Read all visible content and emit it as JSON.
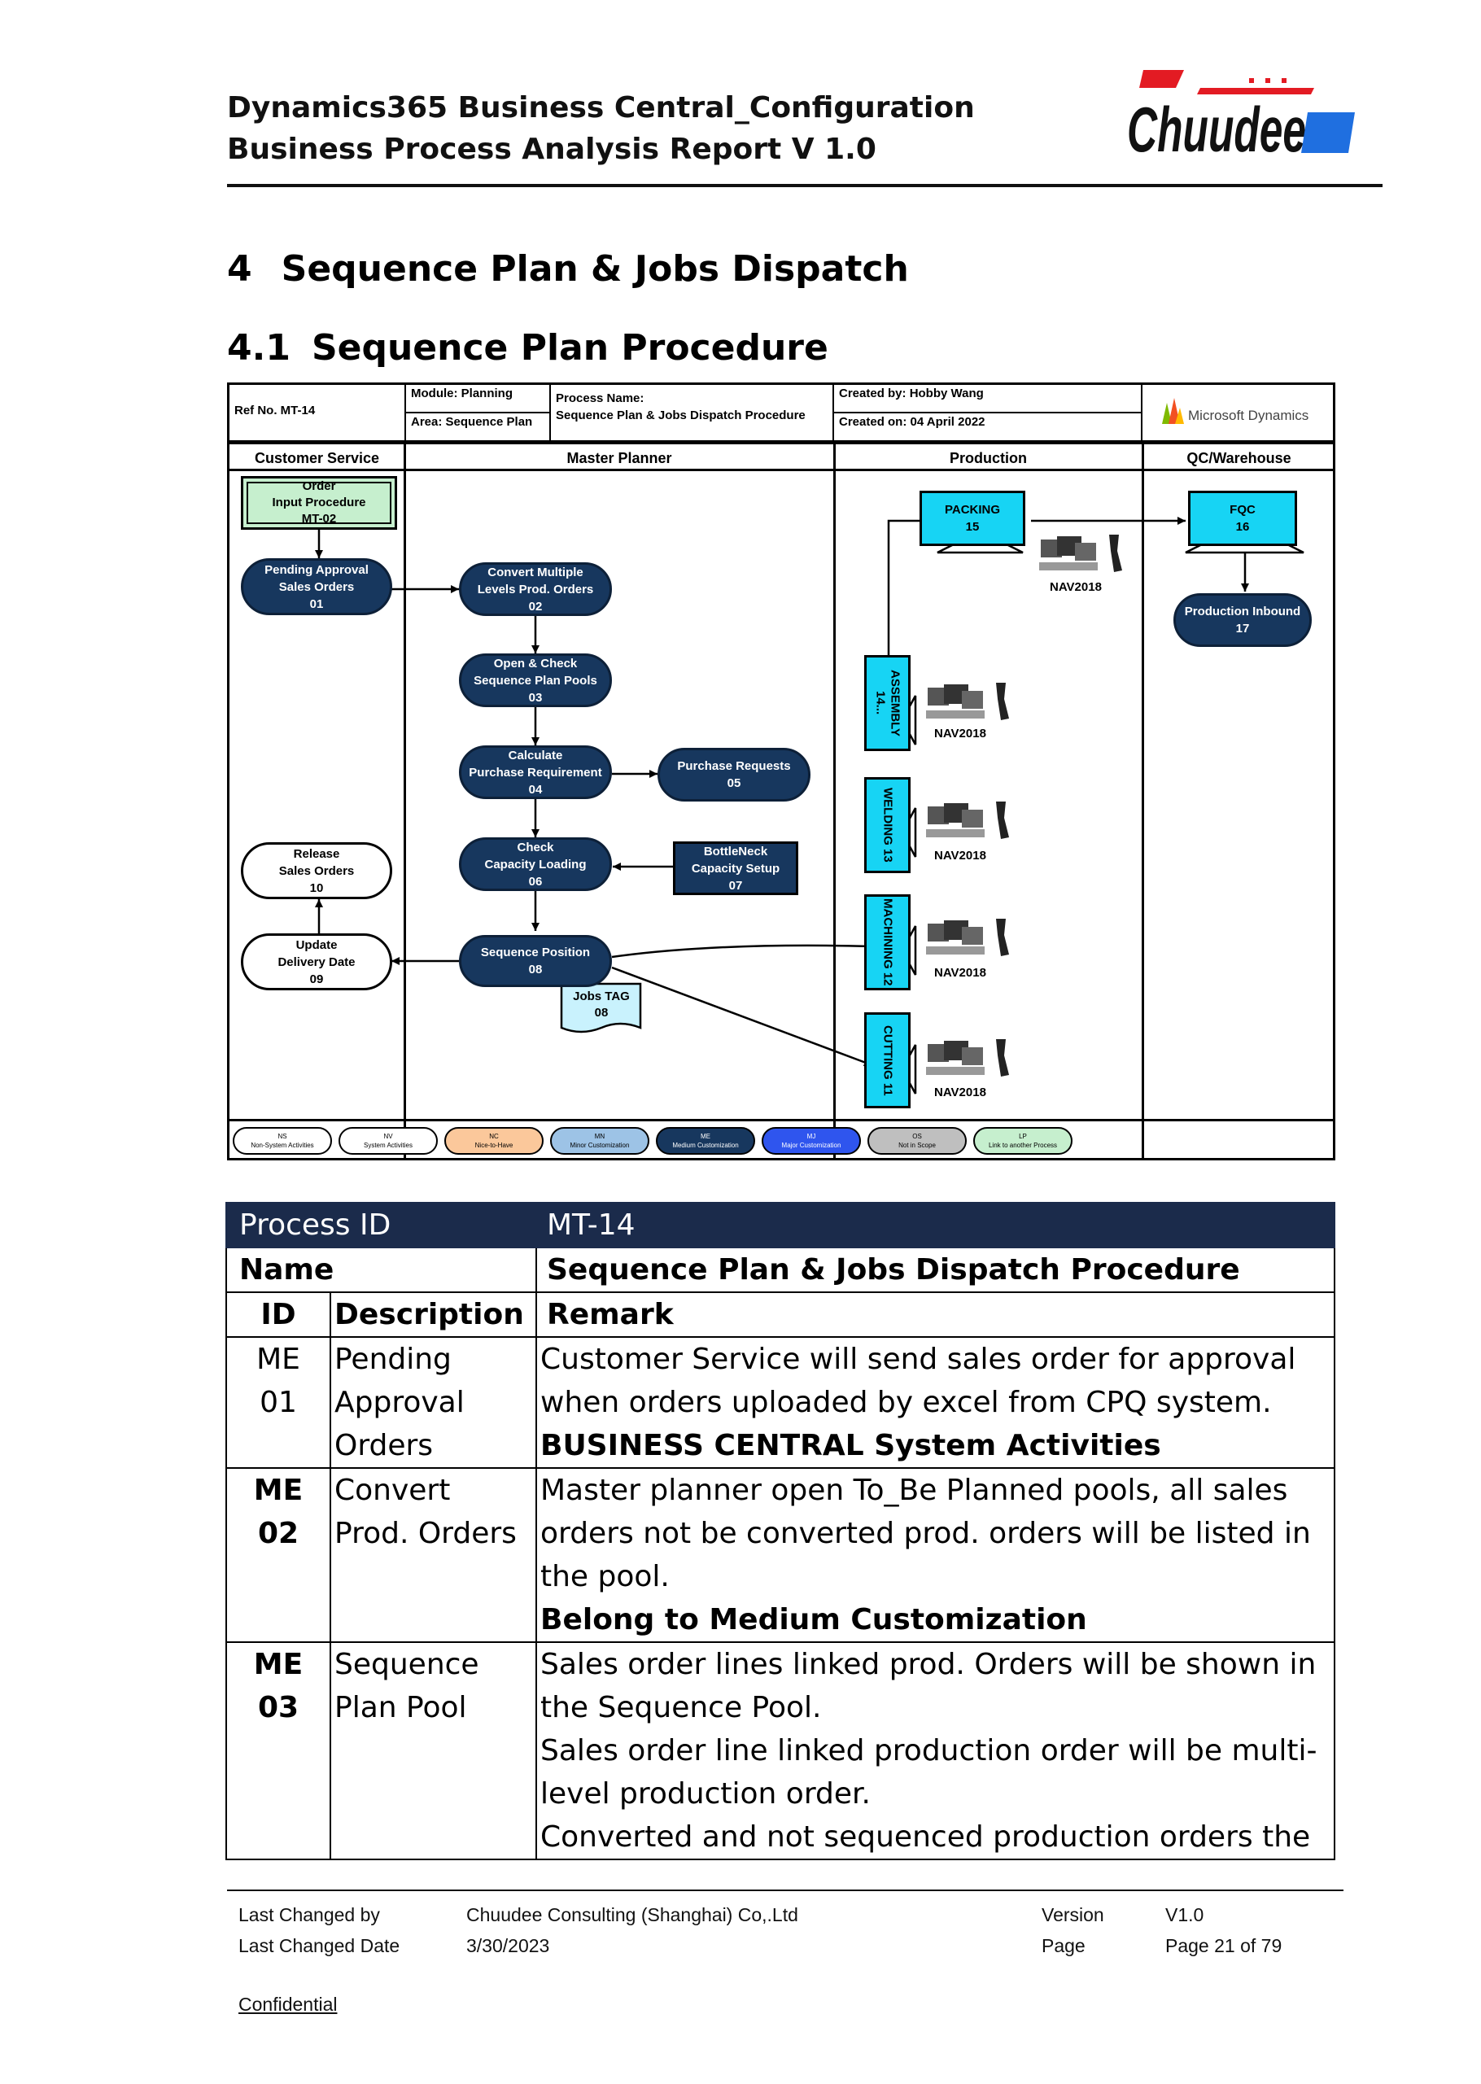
{
  "header": {
    "title_line1": "Dynamics365 Business Central_Configuration",
    "title_line2": "Business Process Analysis Report V 1.0",
    "logo_text": "Chuudee"
  },
  "headings": {
    "h1_num": "4",
    "h1_text": "Sequence Plan & Jobs Dispatch",
    "h2_num": "4.1",
    "h2_text": "Sequence Plan Procedure"
  },
  "diagram": {
    "ref_no": "Ref No.  MT-14",
    "module": "Module: Planning",
    "area": "Area:  Sequence Plan",
    "process_name_label": "Process Name:",
    "process_name": "Sequence Plan & Jobs Dispatch Procedure",
    "created_by": "Created by: Hobby Wang",
    "created_on": "Created on: 04 April 2022",
    "ms_logo": "Microsoft Dynamics",
    "lanes": [
      "Customer Service",
      "Master Planner",
      "Production",
      "QC/Warehouse"
    ],
    "nodes": {
      "n00": [
        "Order",
        "Input Procedure",
        "MT-02"
      ],
      "n01": [
        "Pending Approval",
        "Sales Orders",
        "01"
      ],
      "n02": [
        "Convert Multiple",
        "Levels Prod. Orders",
        "02"
      ],
      "n03": [
        "Open & Check",
        "Sequence Plan Pools",
        "03"
      ],
      "n04": [
        "Calculate",
        "Purchase Requirement",
        "04"
      ],
      "n05": [
        "Purchase Requests",
        "05"
      ],
      "n06": [
        "Check",
        "Capacity Loading",
        "06"
      ],
      "n07": [
        "BottleNeck",
        "Capacity Setup",
        "07"
      ],
      "n08": [
        "Sequence Position",
        "08"
      ],
      "n08t": [
        "Jobs TAG",
        "08"
      ],
      "n09": [
        "Update",
        "Delivery Date",
        "09"
      ],
      "n10": [
        "Release",
        "Sales Orders",
        "10"
      ],
      "n11": "CUTTING 11",
      "n12": "MACHINING 12",
      "n13": "WELDING 13",
      "n14": "ASSEMBLY 14...",
      "n15": [
        "PACKING",
        "15"
      ],
      "n16": [
        "FQC",
        "16"
      ],
      "n17": [
        "Production Inbound",
        "17"
      ]
    },
    "nav_label": "NAV2018",
    "legend": [
      {
        "code": "NS",
        "label": "Non-System Activities",
        "color": "#ffffff",
        "text": "#000000"
      },
      {
        "code": "NV",
        "label": "System Activities",
        "color": "#ffffff",
        "text": "#000000"
      },
      {
        "code": "NC",
        "label": "Nice-to-Have",
        "color": "#fbc89b",
        "text": "#000000"
      },
      {
        "code": "MN",
        "label": "Minor Customization",
        "color": "#9dc3e6",
        "text": "#000000"
      },
      {
        "code": "ME",
        "label": "Medium Customization",
        "color": "#17375e",
        "text": "#ffffff"
      },
      {
        "code": "MJ",
        "label": "Major Customization",
        "color": "#2f55ee",
        "text": "#ffffff"
      },
      {
        "code": "OS",
        "label": "Not in Scope",
        "color": "#bfbfbf",
        "text": "#000000"
      },
      {
        "code": "LP",
        "label": "Link to another Process",
        "color": "#c6efce",
        "text": "#000000"
      }
    ]
  },
  "table": {
    "process_id_label": "Process ID",
    "process_id": "MT-14",
    "name_label": "Name",
    "name": "Sequence Plan & Jobs Dispatch Procedure",
    "col_id": "ID",
    "col_desc": "Description",
    "col_remark": "Remark",
    "rows": [
      {
        "id1": "ME",
        "id2": "01",
        "desc": [
          "Pending",
          "Approval",
          "Orders"
        ],
        "remark": [
          "Customer Service will send sales order for approval",
          "when orders uploaded by excel from CPQ system."
        ],
        "remark_bold": "BUSINESS CENTRAL System Activities"
      },
      {
        "id1": "ME",
        "id2": "02",
        "desc": [
          "Convert",
          "Prod. Orders"
        ],
        "remark": [
          "Master planner open To_Be Planned pools, all sales",
          "orders not be converted prod. orders will be listed in",
          "the pool."
        ],
        "remark_bold": "Belong to Medium Customization"
      },
      {
        "id1": "ME",
        "id2": "03",
        "desc": [
          "Sequence",
          "Plan Pool"
        ],
        "remark": [
          "Sales order lines linked prod. Orders will be shown in",
          "the Sequence Pool.",
          "Sales order line linked production order will be multi-",
          "level production order.",
          "Converted and not sequenced production orders the"
        ],
        "remark_bold": ""
      }
    ]
  },
  "footer": {
    "last_changed_by_label": "Last Changed by",
    "last_changed_by": "Chuudee Consulting (Shanghai) Co,.Ltd",
    "version_label": "Version",
    "version": "V1.0",
    "last_changed_date_label": "Last Changed Date",
    "last_changed_date": "3/30/2023",
    "page_label": "Page",
    "page": "Page 21 of 79",
    "confidential": "Confidential"
  }
}
